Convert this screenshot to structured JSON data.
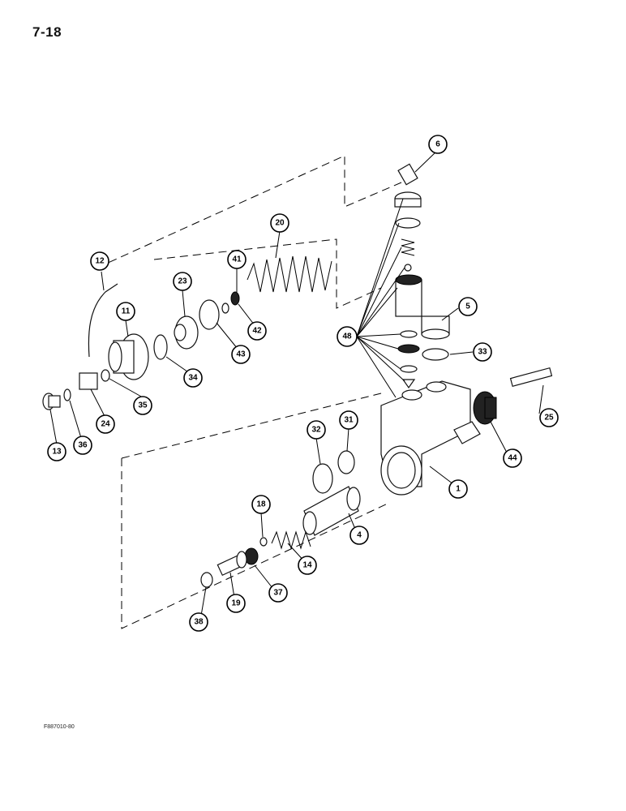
{
  "page": {
    "number": "7-18",
    "figure_code": "F887010-80"
  },
  "callouts": {
    "c1": "1",
    "c4": "4",
    "c5": "5",
    "c6": "6",
    "c11": "11",
    "c12": "12",
    "c13": "13",
    "c14": "14",
    "c18": "18",
    "c19": "19",
    "c20": "20",
    "c23": "23",
    "c24": "24",
    "c25": "25",
    "c31": "31",
    "c32": "32",
    "c33": "33",
    "c34": "34",
    "c35": "35",
    "c36": "36",
    "c37": "37",
    "c38": "38",
    "c41": "41",
    "c42": "42",
    "c43": "43",
    "c44": "44",
    "c48": "48"
  }
}
